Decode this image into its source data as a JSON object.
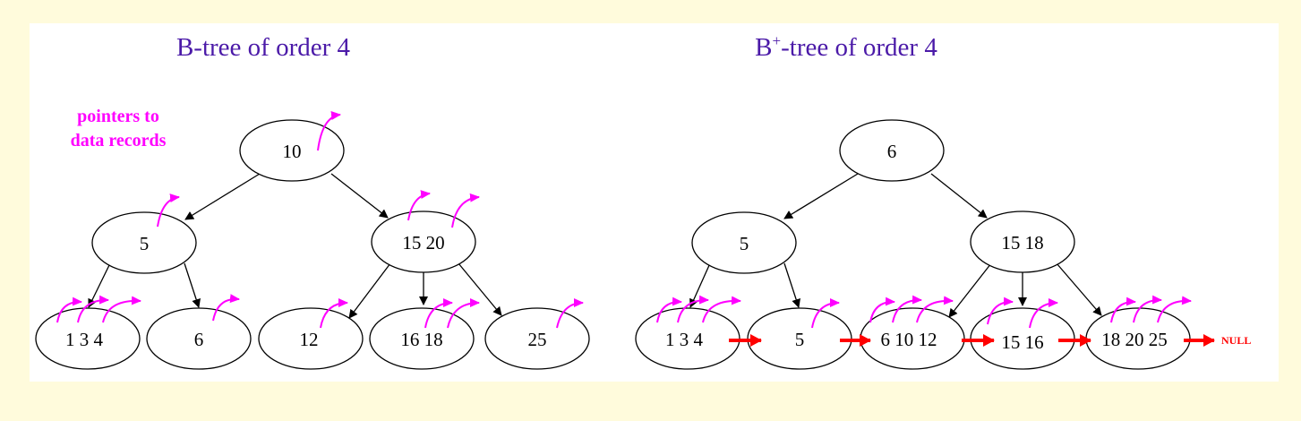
{
  "colors": {
    "background": "#fffbdc",
    "panel": "#ffffff",
    "title": "#4b1aa8",
    "pointer": "#ff00ff",
    "leaf_link": "#ff0000",
    "node_stroke": "#000000"
  },
  "btree": {
    "title": "B-tree of order 4",
    "callout": [
      "pointers to",
      "data records"
    ],
    "root": "10",
    "internal": [
      "5",
      "15 20"
    ],
    "leaves": [
      "1 3 4",
      "6",
      "12",
      "16 18",
      "25"
    ]
  },
  "bplus": {
    "title_prefix": "B",
    "title_sup": "+",
    "title_suffix": "-tree of order 4",
    "root": "6",
    "internal": [
      "5",
      "15 18"
    ],
    "leaves": [
      "1 3 4",
      "5",
      "6 10 12",
      "15 16",
      "18 20 25"
    ],
    "null_label": "NULL"
  }
}
